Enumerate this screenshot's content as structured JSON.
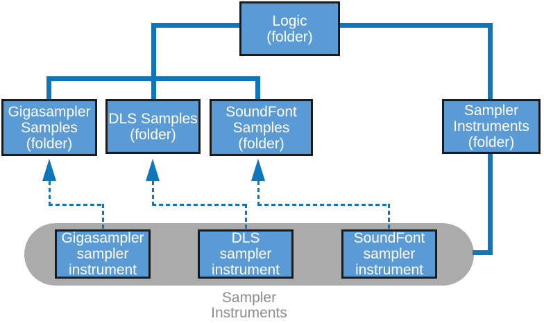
{
  "diagram": {
    "colors": {
      "node_fill": "#5B9BD5",
      "node_border": "#1A1A1A",
      "node_text": "#FFFFFF",
      "connector": "#0F76BC",
      "group_fill": "#ABABAB",
      "group_label_text": "#8C8C8C"
    },
    "nodes": {
      "logic_folder": {
        "label": "Logic\n(folder)"
      },
      "gigasampler_samples_folder": {
        "label": "Gigasampler\nSamples\n(folder)"
      },
      "dls_samples_folder": {
        "label": "DLS Samples\n(folder)"
      },
      "soundfont_samples_folder": {
        "label": "SoundFont\nSamples\n(folder)"
      },
      "sampler_instruments_folder": {
        "label": "Sampler\nInstruments\n(folder)"
      },
      "gigasampler_sampler_instrument": {
        "label": "Gigasampler\nsampler\ninstrument"
      },
      "dls_sampler_instrument": {
        "label": "DLS\nsampler\ninstrument"
      },
      "soundfont_sampler_instrument": {
        "label": "SoundFont\nsampler\ninstrument"
      }
    },
    "group": {
      "label": "Sampler\nInstruments"
    },
    "edges": [
      {
        "from": "logic_folder",
        "to": "gigasampler_samples_folder",
        "style": "solid"
      },
      {
        "from": "logic_folder",
        "to": "dls_samples_folder",
        "style": "solid"
      },
      {
        "from": "logic_folder",
        "to": "soundfont_samples_folder",
        "style": "solid"
      },
      {
        "from": "logic_folder",
        "to": "sampler_instruments_folder",
        "style": "solid"
      },
      {
        "from": "sampler_instruments_folder",
        "to": "sampler_instruments_group",
        "style": "solid"
      },
      {
        "from": "gigasampler_sampler_instrument",
        "to": "gigasampler_samples_folder",
        "style": "dashed-arrow"
      },
      {
        "from": "dls_sampler_instrument",
        "to": "dls_samples_folder",
        "style": "dashed-arrow"
      },
      {
        "from": "soundfont_sampler_instrument",
        "to": "soundfont_samples_folder",
        "style": "dashed-arrow"
      }
    ]
  }
}
